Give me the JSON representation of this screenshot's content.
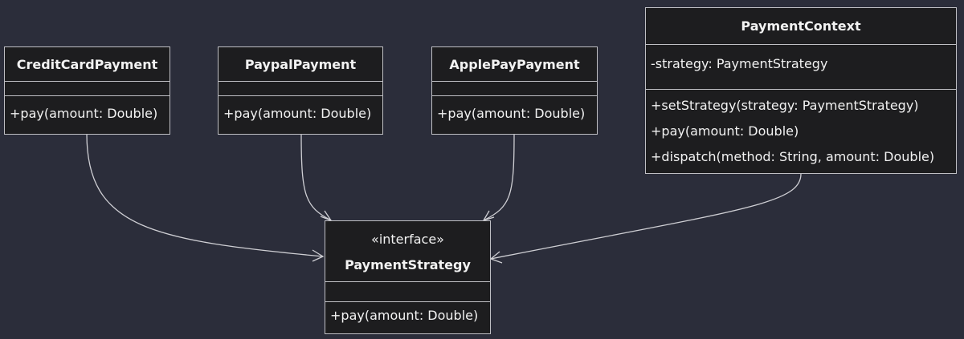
{
  "classes": {
    "credit_card": {
      "name": "CreditCardPayment",
      "methods": [
        "+pay(amount: Double)"
      ]
    },
    "paypal": {
      "name": "PaypalPayment",
      "methods": [
        "+pay(amount: Double)"
      ]
    },
    "apple_pay": {
      "name": "ApplePayPayment",
      "methods": [
        "+pay(amount: Double)"
      ]
    },
    "context": {
      "name": "PaymentContext",
      "attributes": [
        "-strategy: PaymentStrategy"
      ],
      "methods": [
        "+setStrategy(strategy: PaymentStrategy)",
        "+pay(amount: Double)",
        "+dispatch(method: String, amount: Double)"
      ]
    },
    "strategy": {
      "stereotype": "«interface»",
      "name": "PaymentStrategy",
      "methods": [
        "+pay(amount: Double)"
      ]
    }
  }
}
